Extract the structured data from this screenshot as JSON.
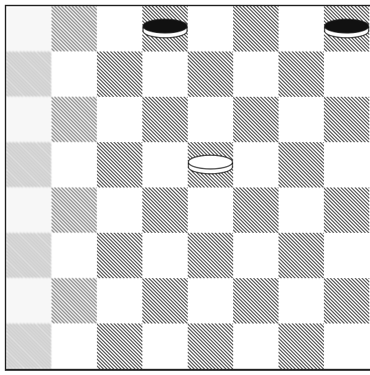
{
  "board": {
    "size": 8,
    "pieces": [
      {
        "row": 0,
        "col": 3,
        "color": "black"
      },
      {
        "row": 0,
        "col": 7,
        "color": "black"
      },
      {
        "row": 3,
        "col": 4,
        "color": "white"
      }
    ]
  },
  "colors": {
    "dark_square_hatch": "#3a3a3a",
    "light_square": "#ffffff",
    "black_piece": "#111111",
    "white_piece": "#ffffff",
    "frame": "#2a2a2a"
  }
}
